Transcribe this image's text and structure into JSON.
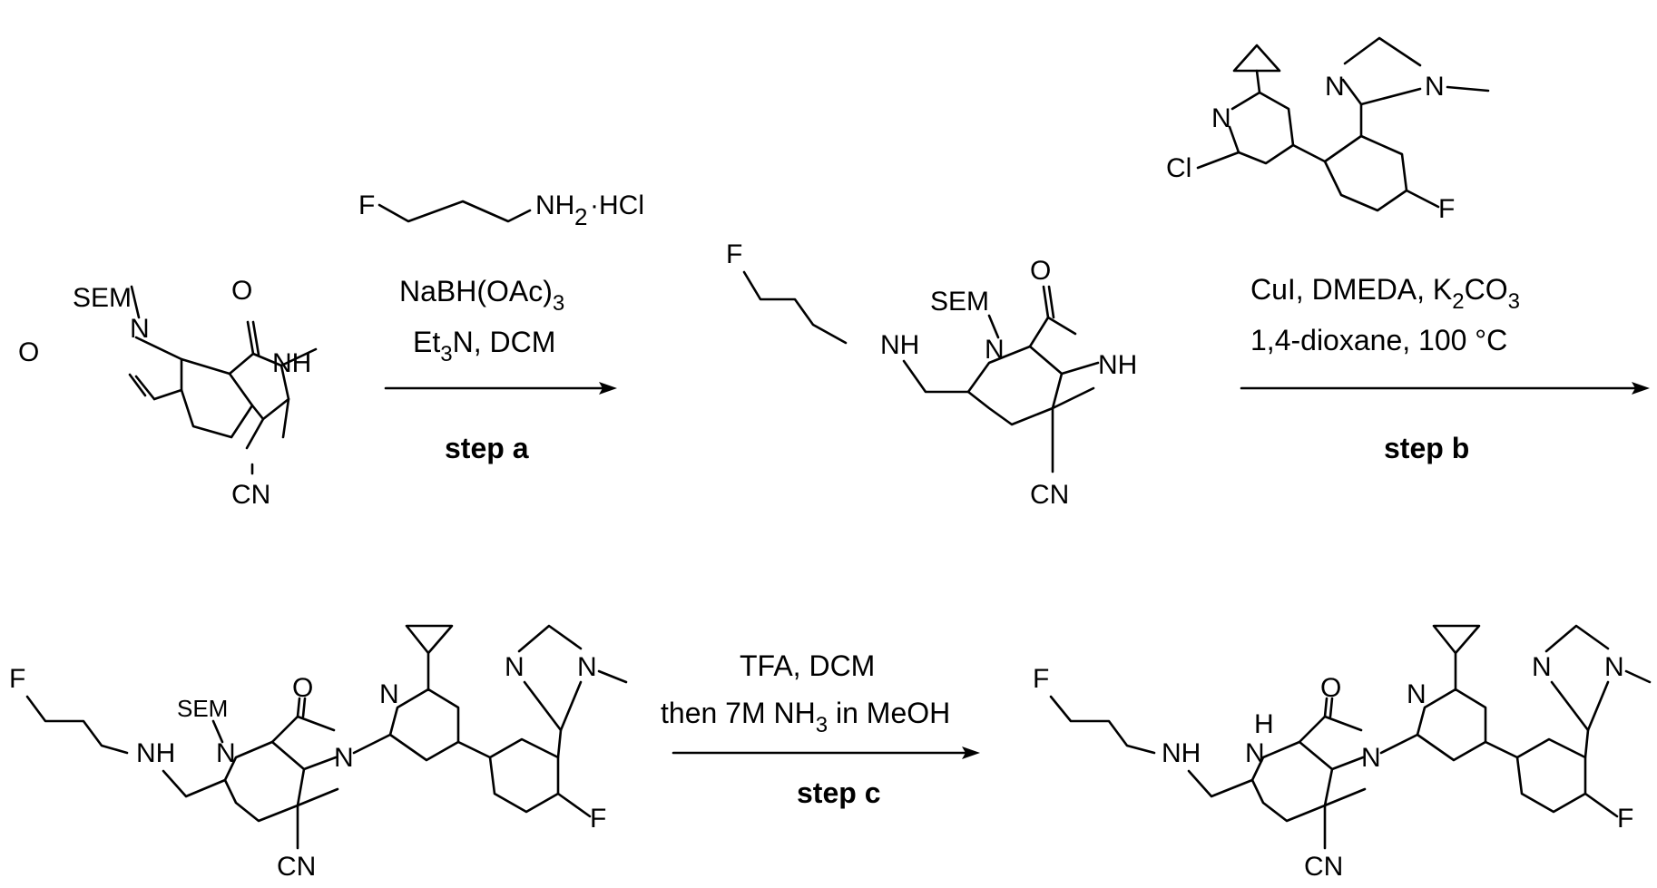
{
  "compound_1": {
    "sem": "SEM",
    "o_carbonyl": "O",
    "o_aldehyde": "O",
    "n1": "N",
    "nh": "NH",
    "cn": "CN"
  },
  "reagent_amine": {
    "f": "F",
    "nh2": "NH",
    "sub2": "2",
    "hcl": "·HCl"
  },
  "step_a": {
    "line1_a": "NaBH(OAc)",
    "line1_sub": "3",
    "line2_a": "Et",
    "line2_sub": "3",
    "line2_b": "N, DCM",
    "label": "step a"
  },
  "compound_2": {
    "f": "F",
    "sem": "SEM",
    "o_carbonyl": "O",
    "n1": "N",
    "nh_ring": "NH",
    "nh_amine": "NH",
    "cn": "CN"
  },
  "reagent_aryl": {
    "cl": "Cl",
    "n_py": "N",
    "n_im1": "N",
    "n_im2": "N",
    "f": "F"
  },
  "step_b": {
    "line1_a": "CuI, DMEDA, K",
    "line1_sub1": "2",
    "line1_b": "CO",
    "line1_sub2": "3",
    "line2": "1,4-dioxane, 100 °C",
    "label": "step b"
  },
  "compound_3": {
    "f": "F",
    "nh_amine": "NH",
    "sem": "SEM",
    "n1": "N",
    "o_carbonyl": "O",
    "n_lactam": "N",
    "cn": "CN",
    "n_py": "N",
    "n_im1": "N",
    "n_im2": "N",
    "f_aryl": "F"
  },
  "step_c": {
    "line1": "TFA, DCM",
    "line2_a": "then 7M NH",
    "line2_sub": "3",
    "line2_b": " in MeOH",
    "label": "step c"
  },
  "compound_4": {
    "f": "F",
    "nh_amine": "NH",
    "h_pyrrole": "H",
    "n1": "N",
    "o_carbonyl": "O",
    "n_lactam": "N",
    "cn": "CN",
    "n_py": "N",
    "n_im1": "N",
    "n_im2": "N",
    "f_aryl": "F"
  }
}
